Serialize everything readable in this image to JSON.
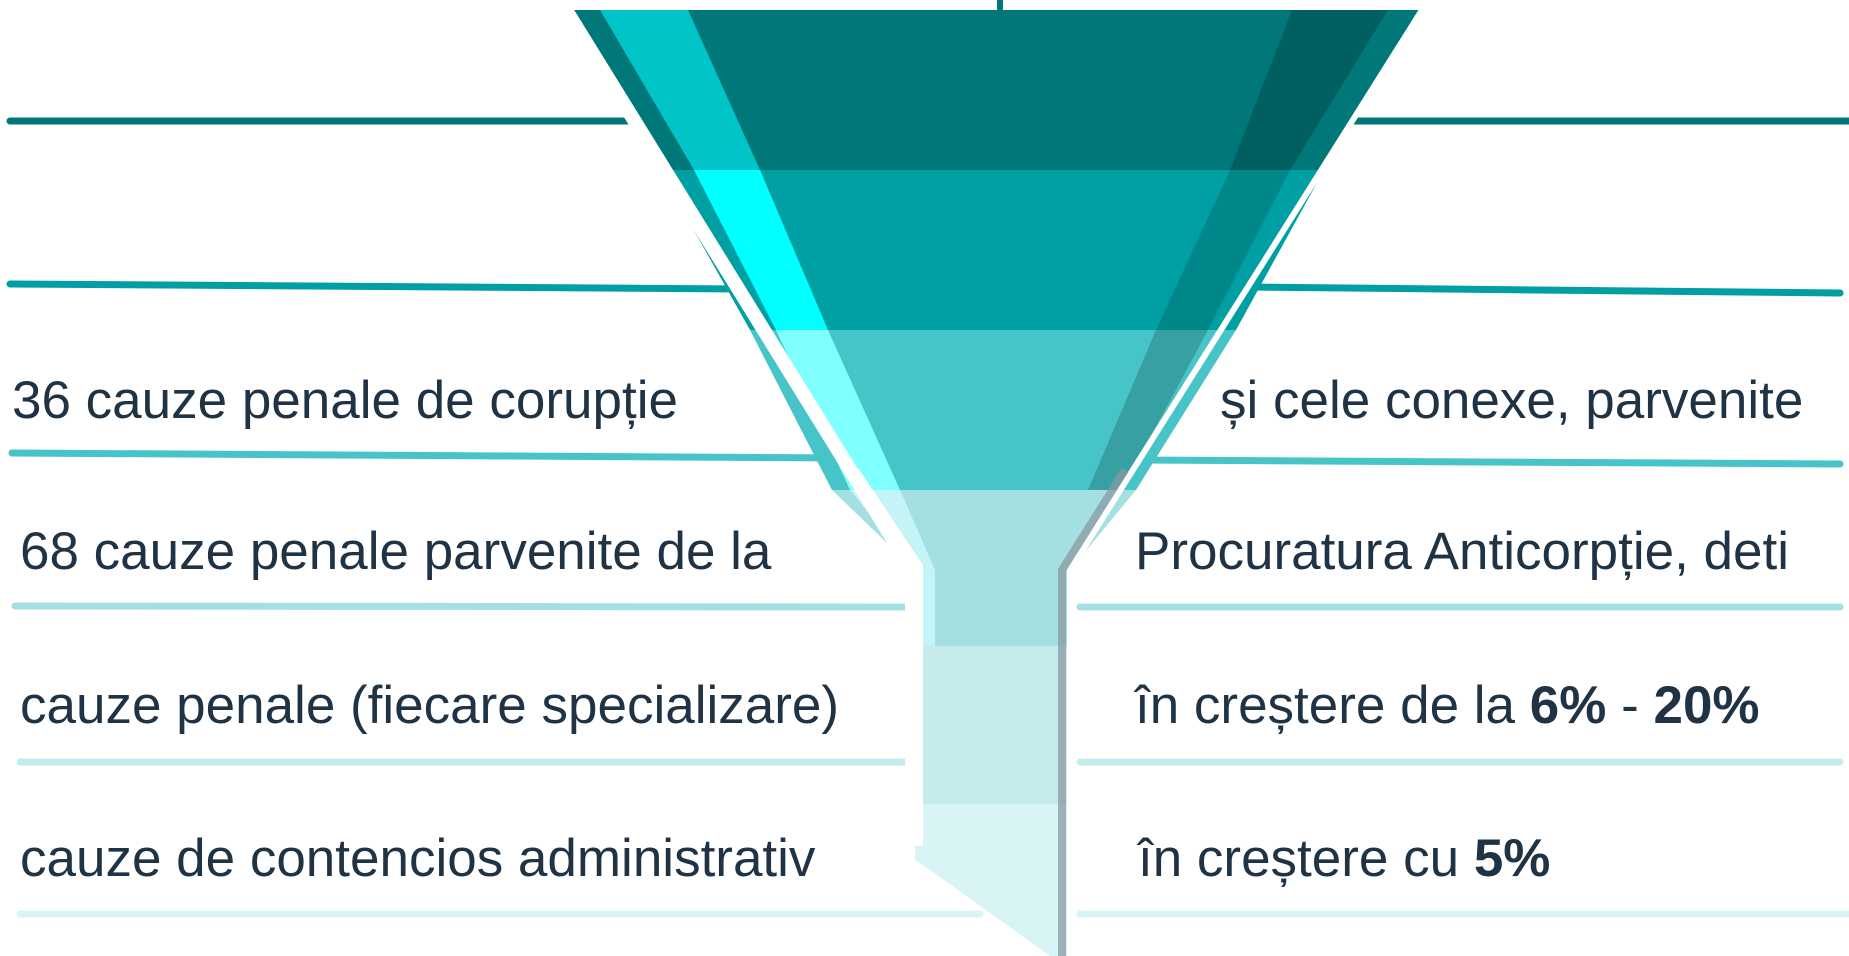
{
  "rows": [
    {
      "left_text": "",
      "right_text": "",
      "color": "#00787a"
    },
    {
      "left_text": "",
      "right_text": "",
      "color": "#009fa3"
    },
    {
      "left_text": "36 cauze penale de corupție",
      "right_text": "și cele conexe, parvenite",
      "color": "#47c4c8"
    },
    {
      "left_text": "68 cauze penale parvenite de la",
      "right_text": "Procuratura Anticorpție, deti",
      "color": "#a4e0e2"
    },
    {
      "left_text": "cauze penale (fiecare specializare)",
      "right_text_prefix": "în creștere de la ",
      "right_bold_1": "6%",
      "right_mid": " - ",
      "right_bold_2": "20%",
      "color": "#c5ebec"
    },
    {
      "left_text": "cauze de contencios administrativ",
      "right_text_prefix": "în creștere cu ",
      "right_bold_1": "5%",
      "color": "#d9f4f5"
    }
  ],
  "colors": {
    "text": "#1f3345",
    "neck_left": "#ffffff",
    "neck_right": "#8a9aa2",
    "highlight_cyan": "#00ffff"
  }
}
